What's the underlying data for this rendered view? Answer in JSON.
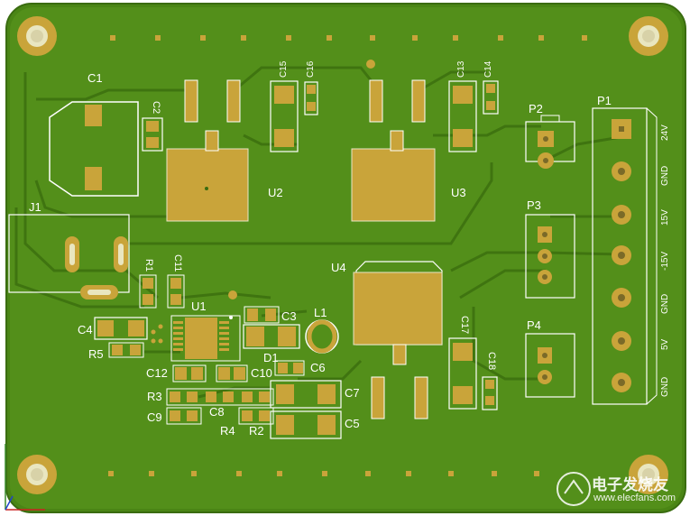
{
  "designators": {
    "c1": "C1",
    "c2": "C2",
    "c15": "C15",
    "c16": "C16",
    "c13": "C13",
    "c14": "C14",
    "u2": "U2",
    "u3": "U3",
    "u4": "U4",
    "u1": "U1",
    "j1": "J1",
    "p1": "P1",
    "p2": "P2",
    "p3": "P3",
    "p4": "P4",
    "r1": "R1",
    "c11": "C11",
    "c4": "C4",
    "r5": "R5",
    "c3": "C3",
    "l1": "L1",
    "d1": "D1",
    "c6": "C6",
    "c12": "C12",
    "c10": "C10",
    "r3": "R3",
    "c8": "C8",
    "c9": "C9",
    "r4": "R4",
    "r2": "R2",
    "c7": "C7",
    "c5": "C5",
    "c17": "C17",
    "c18": "C18"
  },
  "p1_pins": [
    "24V",
    "GND",
    "15V",
    "-15V",
    "GND",
    "5V",
    "GND"
  ],
  "watermark": {
    "title": "电子发烧友",
    "url": "www.elecfans.com"
  },
  "colors": {
    "board": "#4f8c17",
    "pad": "#c9a43a",
    "silkscreen": "#ffffff",
    "trace": "#3f7410"
  }
}
